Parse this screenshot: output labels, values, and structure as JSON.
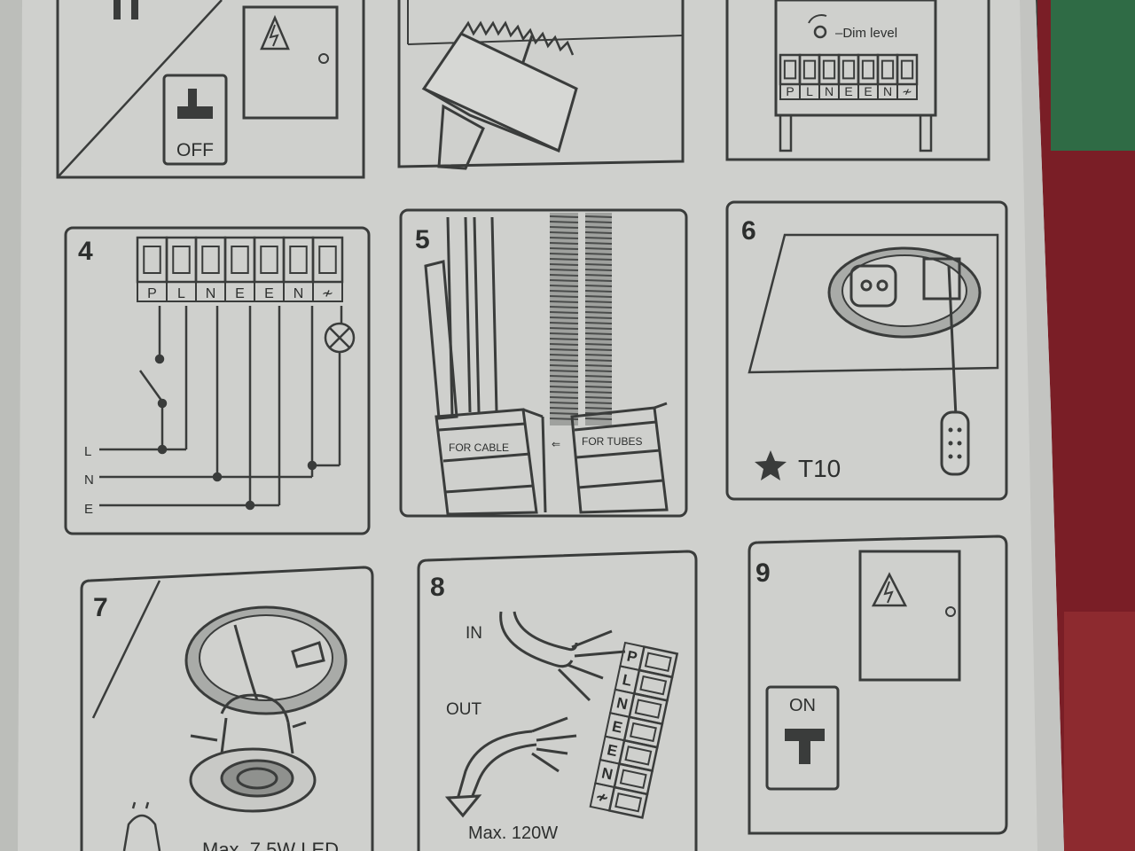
{
  "palette": {
    "paper": "#cfd0cd",
    "paper_shadow": "#b9bbb8",
    "ink": "#3a3c3b",
    "background_red": "#7a1e26",
    "background_green": "#2f6b45"
  },
  "panels": {
    "p1": {
      "off_label": "OFF"
    },
    "p3": {
      "dim_label": "Dim level",
      "terminals": [
        "P",
        "L",
        "N",
        "E",
        "E",
        "N",
        "≁"
      ]
    },
    "p4": {
      "number": "4",
      "terminals": [
        "P",
        "L",
        "N",
        "E",
        "E",
        "N",
        "≁"
      ],
      "wires": [
        "L",
        "N",
        "E"
      ]
    },
    "p5": {
      "number": "5",
      "cable_label": "FOR CABLE",
      "tubes_label": "FOR TUBES"
    },
    "p6": {
      "number": "6",
      "tool_label": "T10"
    },
    "p7": {
      "number": "7",
      "caption": "Max. 7.5W LED"
    },
    "p8": {
      "number": "8",
      "in_label": "IN",
      "out_label": "OUT",
      "caption": "Max. 120W",
      "terminals": [
        "P",
        "L",
        "N",
        "E",
        "E",
        "N",
        "≁"
      ]
    },
    "p9": {
      "number": "9",
      "on_label": "ON"
    }
  }
}
